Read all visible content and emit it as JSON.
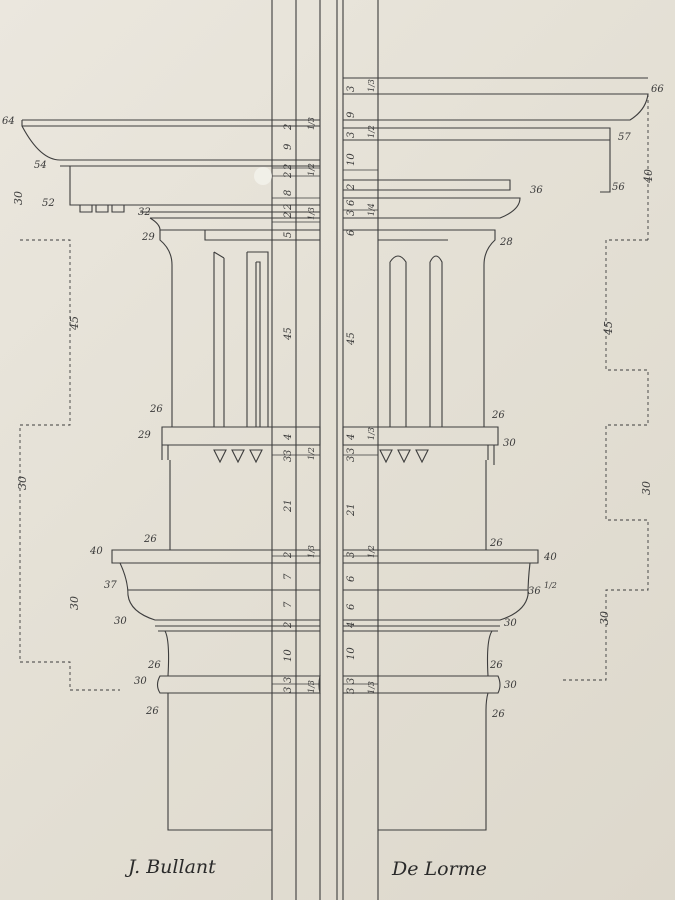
{
  "captions": {
    "left": "J. Bullant",
    "right": "De Lorme"
  },
  "left_profile_labels": {
    "cornice_top": "64",
    "corona": "54",
    "dentils": "52",
    "frieze_top": "32",
    "capital_top": "29",
    "astragal": "26",
    "necking": "29",
    "shaft_base": "26",
    "abacus": "40",
    "echinus": "37",
    "fillet": "30",
    "collar": "26",
    "torus": "30",
    "base": "26"
  },
  "right_profile_labels": {
    "cornice_top": "66",
    "corona": "57",
    "dentils": "56",
    "frieze_top": "36",
    "capital_top": "28",
    "astragal": "26",
    "necking": "30",
    "shaft_base": "26",
    "abacus": "40",
    "echinus": "36",
    "echinus_frac": "1/2",
    "fillet": "30",
    "collar": "26",
    "torus": "30",
    "base": "26"
  },
  "height_labels": {
    "left_upper": "45",
    "left_mid": "30",
    "left_lower": "30",
    "left_top": "30",
    "right_upper": "45",
    "right_mid": "30",
    "right_lower": "30",
    "right_top": "40"
  },
  "axis_labels": {
    "left_col": [
      "2",
      "9",
      "2",
      "2",
      "8",
      "2",
      "2",
      "5",
      "45",
      "4",
      "3",
      "3",
      "21",
      "2",
      "7",
      "7",
      "2",
      "10",
      "3",
      "3"
    ],
    "right_col": [
      "3",
      "9",
      "3",
      "10",
      "2",
      "6",
      "3",
      "6",
      "45",
      "4",
      "3",
      "3",
      "21",
      "3",
      "6",
      "6",
      "4",
      "10",
      "3",
      "3"
    ],
    "fractions": [
      "1/3",
      "1/2",
      "1/3",
      "1/2",
      "1/3",
      "1/3",
      "1/3",
      "1/2",
      "1/4",
      "1/3",
      "1/2",
      "1/3"
    ]
  },
  "colors": {
    "paper": "#e6e2d8",
    "ink": "#3a3a3a"
  }
}
